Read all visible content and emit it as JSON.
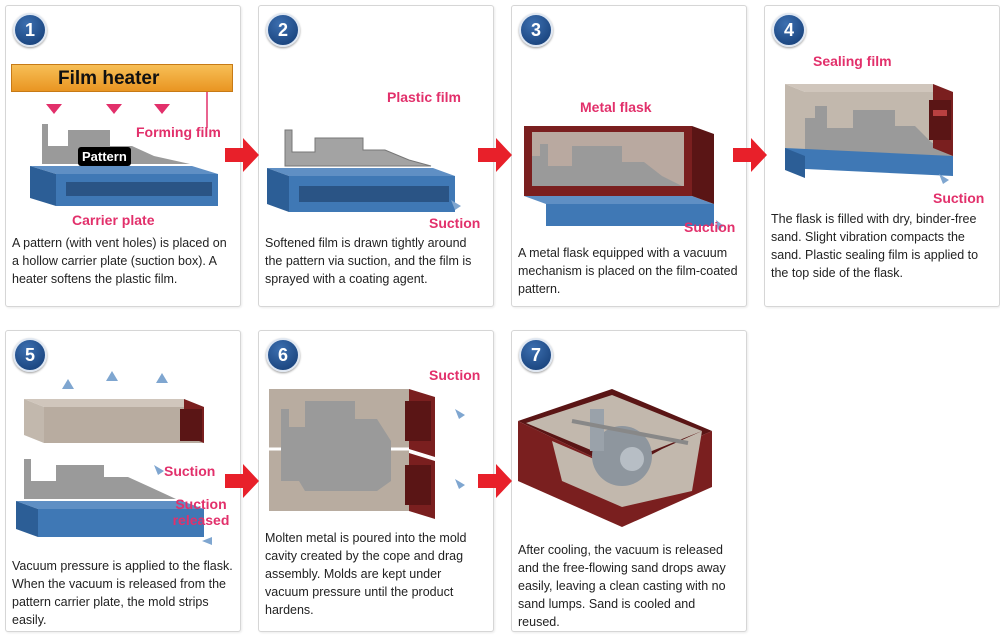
{
  "steps": [
    {
      "number": "1",
      "labels": {
        "heater": "Film heater",
        "forming": "Forming film",
        "pattern": "Pattern",
        "carrier": "Carrier plate"
      },
      "text": "A pattern (with vent holes) is placed on a hollow carrier plate (suction box). A heater softens the plastic film."
    },
    {
      "number": "2",
      "labels": {
        "film": "Plastic film",
        "suction": "Suction"
      },
      "text": "Softened film is drawn tightly around the pattern via suction, and the film is sprayed with a coating agent."
    },
    {
      "number": "3",
      "labels": {
        "flask": "Metal flask",
        "suction": "Suction"
      },
      "text": "A metal flask equipped with a vacuum mechanism is placed on the film-coated pattern."
    },
    {
      "number": "4",
      "labels": {
        "sealing": "Sealing film",
        "suction": "Suction"
      },
      "text": "The flask is filled with dry, binder-free sand. Slight vibration compacts the sand. Plastic sealing film is applied to the top side of the flask."
    },
    {
      "number": "5",
      "labels": {
        "suction": "Suction",
        "released": "Suction released"
      },
      "text": "Vacuum pressure is applied to the flask. When the vacuum is released from the pattern carrier plate, the mold strips easily."
    },
    {
      "number": "6",
      "labels": {
        "suction": "Suction"
      },
      "text": "Molten metal is poured into the mold cavity created by the cope and drag assembly. Molds are kept under vacuum pressure until the product hardens."
    },
    {
      "number": "7",
      "labels": {},
      "text": "After cooling, the vacuum is released and the free-flowing sand drops away easily, leaving a clean casting with no sand lumps. Sand is cooled and reused."
    }
  ],
  "colors": {
    "accent": "#e2306b",
    "badge": "#1f4f8f",
    "arrow": "#e8202a",
    "carrier": "#3f78b5",
    "flask": "#7a1f1f",
    "pattern": "#9a9a9a",
    "sand": "#c2b8ad"
  }
}
